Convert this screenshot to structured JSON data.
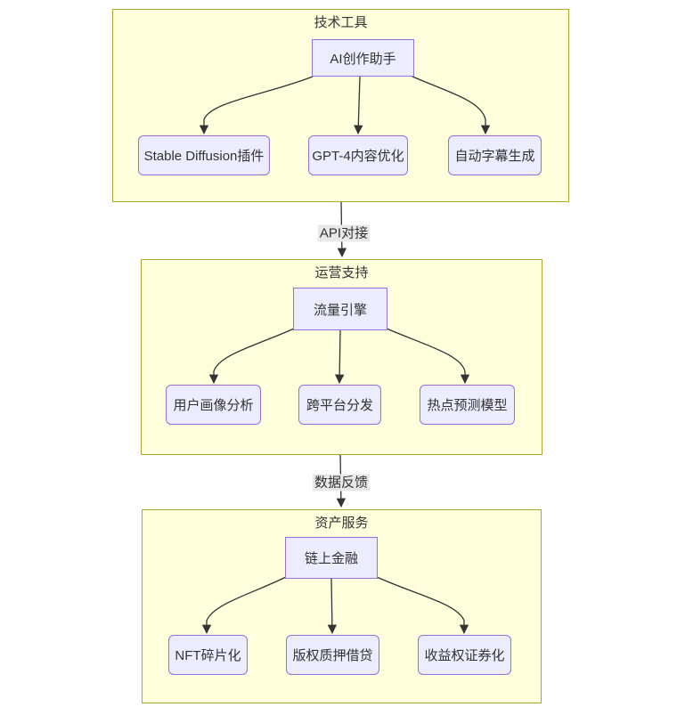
{
  "page": {
    "background": "#ffffff"
  },
  "diagram": {
    "type": "flowchart",
    "direction": "top-down",
    "colors": {
      "cluster_fill": "#ffffde",
      "cluster_border": "#aaaa33",
      "node_fill": "#ececff",
      "node_border": "#9370db",
      "edge_color": "#333333",
      "edge_label_bg": "#e8e8e8",
      "text_color": "#333333"
    },
    "clusters": [
      {
        "title": "技术工具",
        "root": {
          "label": "AI创作助手"
        },
        "children": [
          {
            "label": "Stable Diffusion插件"
          },
          {
            "label": "GPT-4内容优化"
          },
          {
            "label": "自动字幕生成"
          }
        ]
      },
      {
        "title": "运营支持",
        "root": {
          "label": "流量引擎"
        },
        "children": [
          {
            "label": "用户画像分析"
          },
          {
            "label": "跨平台分发"
          },
          {
            "label": "热点预测模型"
          }
        ]
      },
      {
        "title": "资产服务",
        "root": {
          "label": "链上金融"
        },
        "children": [
          {
            "label": "NFT碎片化"
          },
          {
            "label": "版权质押借贷"
          },
          {
            "label": "收益权证券化"
          }
        ]
      }
    ],
    "links": [
      {
        "from": "技术工具",
        "to": "运营支持",
        "label": "API对接"
      },
      {
        "from": "运营支持",
        "to": "资产服务",
        "label": "数据反馈"
      }
    ]
  }
}
